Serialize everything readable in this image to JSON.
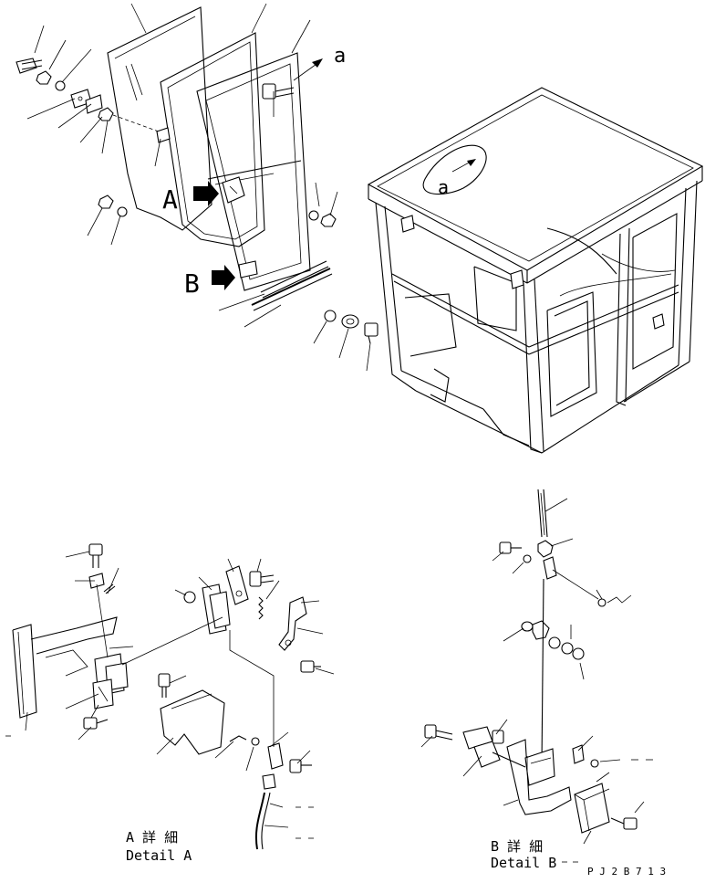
{
  "labels": {
    "view_a": "A",
    "view_b": "B",
    "ref_a": "a",
    "ref_a_callout": "a",
    "detail_a_jp": "A 詳 細",
    "detail_a_en": "Detail A",
    "detail_b_jp": "B 詳 細",
    "detail_b_en": "Detail B",
    "part_code": "P J 2 B 7 1 3"
  }
}
